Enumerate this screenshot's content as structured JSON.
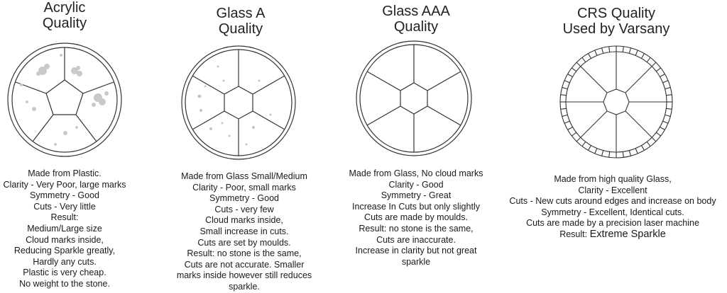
{
  "panels": [
    {
      "id": "acrylic",
      "title": [
        "Acrylic",
        "Quality"
      ],
      "lines": [
        "Made from Plastic.",
        "Clarity - Very Poor, large marks",
        "Symmetry - Good",
        "Cuts - Very little",
        "Result:",
        "Medium/Large size",
        "Cloud marks inside,",
        "Reducing Sparkle greatly,",
        "Hardly any cuts.",
        "Plastic is very cheap.",
        "No weight to the stone."
      ]
    },
    {
      "id": "glass-a",
      "title": [
        "Glass A",
        "Quality"
      ],
      "lines": [
        "Made from Glass Small/Medium",
        "Clarity - Poor, small marks",
        "Symmetry - Good",
        "Cuts - very few",
        "Cloud marks inside,",
        "Small increase in cuts.",
        "Cuts are set by moulds.",
        "Result: no stone is the same,",
        "Cuts are not accurate. Smaller",
        "marks inside however still reduces",
        "sparkle."
      ]
    },
    {
      "id": "glass-aaa",
      "title": [
        "Glass AAA",
        "Quality"
      ],
      "lines": [
        "Made from Glass, No cloud marks",
        "Clarity - Good",
        "Symmetry - Great",
        "Increase In Cuts but only slightly",
        "Cuts are made by moulds.",
        "Result: no stone is the same,",
        "Cuts are inaccurate.",
        "Increase in clarity but not great",
        "sparkle"
      ]
    },
    {
      "id": "crs",
      "title": [
        "CRS Quality",
        "Used by Varsany"
      ],
      "lines": [
        "Made from high quality Glass,",
        "Clarity - Excellent",
        "Cuts - New cuts around edges and increase on body",
        "Symmetry - Excellent, Identical cuts.",
        "Cuts are made by a precision laser machine"
      ],
      "result_label": "Result: ",
      "result_value": "Extreme Sparkle"
    }
  ],
  "colors": {
    "line": "#333333",
    "spot": "#c8c8c8",
    "text": "#1a1a1a"
  }
}
